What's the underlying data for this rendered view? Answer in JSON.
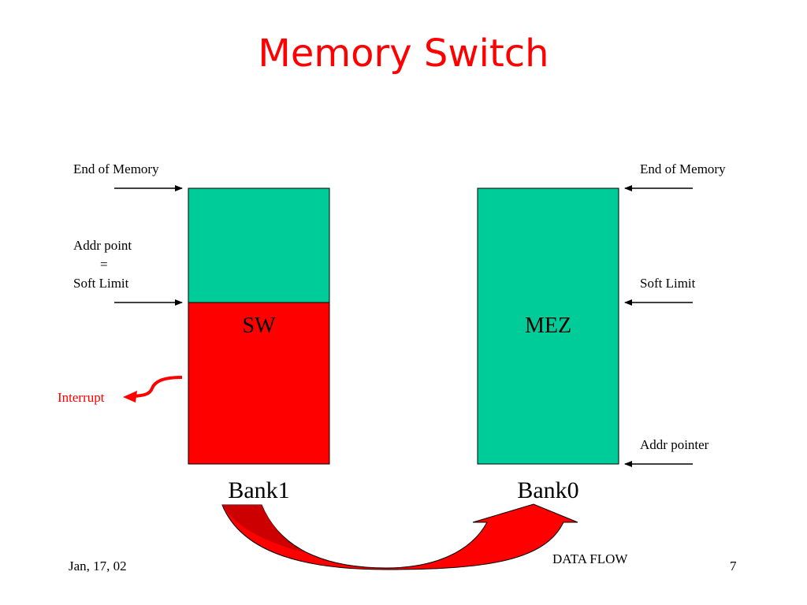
{
  "slide": {
    "title": "Memory Switch",
    "footer_date": "Jan, 17, 02",
    "page_number": "7"
  },
  "bank1": {
    "name": "Bank1",
    "region_label": "SW",
    "top_color": "#00cc99",
    "bottom_color": "#ff0000",
    "label_end_of_memory": "End of Memory",
    "label_addr_point": "Addr point",
    "label_equals": "=",
    "label_soft_limit": "Soft Limit",
    "label_interrupt": "Interrupt"
  },
  "bank0": {
    "name": "Bank0",
    "region_label": "MEZ",
    "color": "#00cc99",
    "label_end_of_memory": "End of Memory",
    "label_soft_limit": "Soft Limit",
    "label_addr_pointer": "Addr pointer"
  },
  "data_flow": {
    "label": "DATA FLOW",
    "color": "#ff0000",
    "dark_color": "#cc0000"
  }
}
